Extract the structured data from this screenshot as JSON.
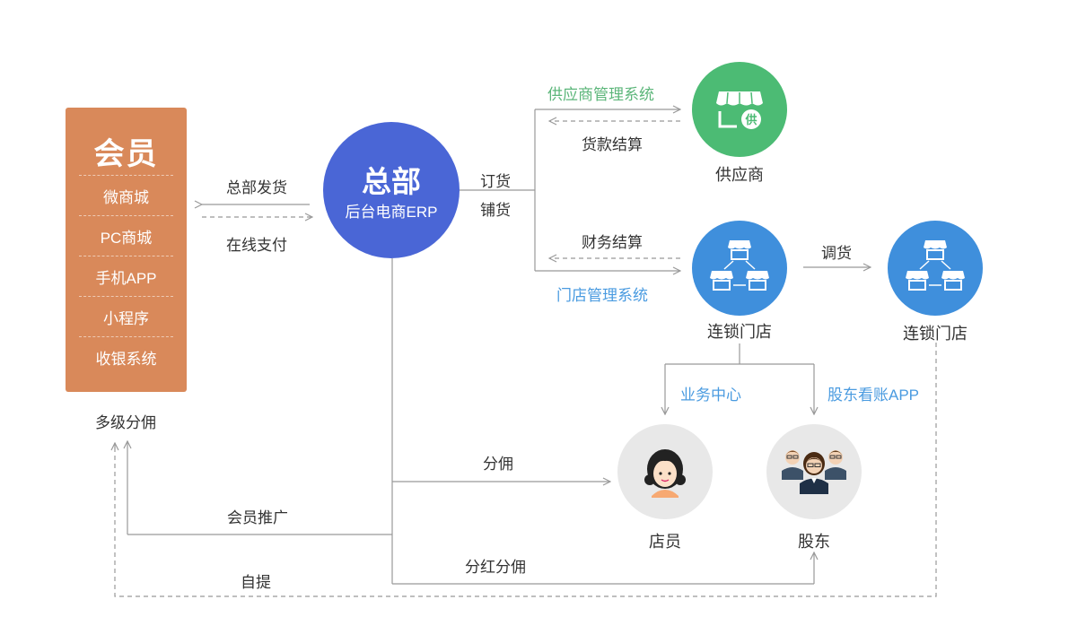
{
  "member": {
    "title": "会员",
    "items": [
      "微商城",
      "PC商城",
      "手机APP",
      "小程序",
      "收银系统"
    ],
    "note": "多级分佣"
  },
  "hq": {
    "title": "总部",
    "subtitle": "后台电商ERP"
  },
  "supplier": {
    "name": "供应商",
    "badge": "供"
  },
  "store": {
    "name": "连锁门店"
  },
  "store2": {
    "name": "连锁门店"
  },
  "clerk": {
    "name": "店员"
  },
  "shareholder": {
    "name": "股东"
  },
  "labels": {
    "hq_ship": "总部发货",
    "online_pay": "在线支付",
    "order": "订货",
    "distribute": "铺货",
    "supplier_system": "供应商管理系统",
    "payment_settle": "货款结算",
    "finance_settle": "财务结算",
    "store_system": "门店管理系统",
    "transfer": "调货",
    "business_center": "业务中心",
    "shareholder_app": "股东看账APP",
    "commission": "分佣",
    "member_promo": "会员推广",
    "dividend": "分红分佣",
    "self_pickup": "自提"
  },
  "colors": {
    "member": "#d9895a",
    "hq": "#4a66d6",
    "supplier": "#4cbb74",
    "store": "#3f8fdc",
    "person": "#e8e8e8",
    "line": "#999999"
  }
}
